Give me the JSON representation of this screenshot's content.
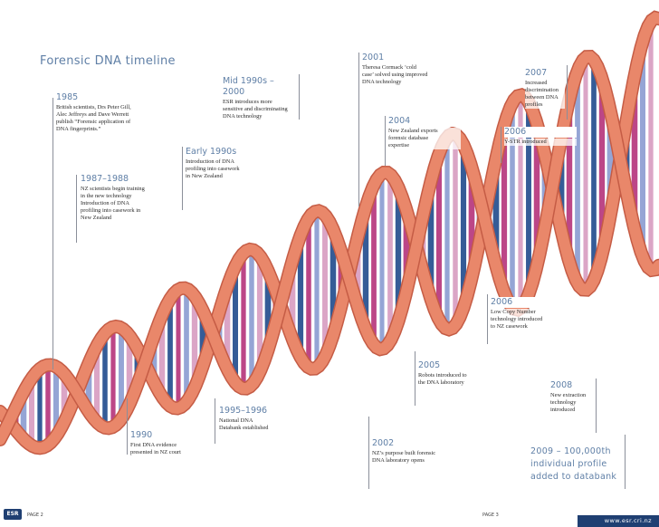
{
  "title": "Forensic DNA timeline",
  "events": [
    {
      "id": "1985",
      "year": "1985",
      "text": "British scientists, Drs Peter Gill,\nAlec Jeffreys and Dave Werrett\npublish “Forensic application of\nDNA fingerprints.”"
    },
    {
      "id": "1987",
      "year": "1987–1988",
      "text": "NZ scientists begin training\nin the new technology\nIntroduction of DNA\nprofiling into casework in\nNew Zealand"
    },
    {
      "id": "1990",
      "year": "1990",
      "text": "First DNA evidence\npresented in NZ court"
    },
    {
      "id": "early90s",
      "year": "Early 1990s",
      "text": "Introduction of DNA\nprofiling into casework\nin New Zealand"
    },
    {
      "id": "mid90s",
      "year": "Mid 1990s – 2000",
      "text": "ESR introduces more\nsensitive and discriminating\nDNA technology"
    },
    {
      "id": "1995",
      "year": "1995–1996",
      "text": "National DNA\nDatabank established"
    },
    {
      "id": "2001",
      "year": "2001",
      "text": "Theresa Cormack ‘cold\ncase’ solved using improved\nDNA technology"
    },
    {
      "id": "2002",
      "year": "2002",
      "text": "NZ’s purpose built forensic\nDNA laboratory opens"
    },
    {
      "id": "2004",
      "year": "2004",
      "text": "New Zealand exports\nforensic database\nexpertise"
    },
    {
      "id": "2005",
      "year": "2005",
      "text": "Robots introduced to\nthe DNA laboratory"
    },
    {
      "id": "2006a",
      "year": "2006",
      "text": "Y-STR introduced"
    },
    {
      "id": "2006b",
      "year": "2006",
      "text": "Low Copy Number\ntechnology introduced\nto NZ casework"
    },
    {
      "id": "2007",
      "year": "2007",
      "text": "Increased\ndiscrimination\nbetween DNA\nprofiles"
    },
    {
      "id": "2008",
      "year": "2008",
      "text": "New extraction\ntechnology\nintroduced"
    }
  ],
  "milestone": "2009 – 100,000th\nindividual profile\nadded to databank",
  "footer": {
    "logo": "ESR",
    "left_page": "PAGE 2",
    "right_page": "PAGE 3",
    "url": "www.esr.cri.nz"
  },
  "colors": {
    "backbone": "#e9876a",
    "backbone_edge": "#c55c45",
    "navy": "#1f4a8c",
    "magenta": "#b5327a",
    "light_blue": "#8a9bd0",
    "pink": "#d79bc0",
    "text_blue": "#5f7fa6"
  }
}
